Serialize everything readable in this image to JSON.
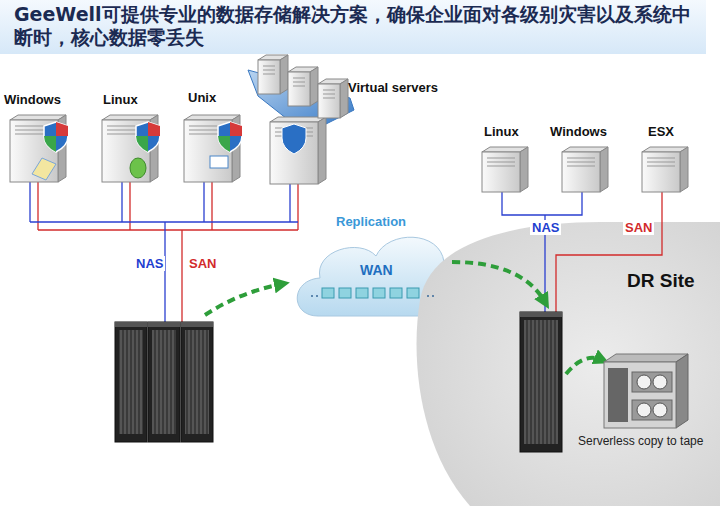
{
  "diagram": {
    "title": "GeeWell可提供专业的数据存储解决方案，确保企业面对各级别灾害以及系统中断时，核心数据零丢失",
    "nodes": [
      {
        "text": [
          "Windows"
        ]
      },
      {
        "text": [
          "Linux"
        ]
      },
      {
        "text": [
          "Unix"
        ]
      },
      {
        "text": [
          "Virtual servers"
        ]
      },
      {
        "text": [
          "Replication",
          "WAN"
        ]
      },
      {
        "text": [
          "Linux"
        ]
      },
      {
        "text": [
          "Windows"
        ]
      },
      {
        "text": [
          "ESX"
        ]
      },
      {
        "text": [
          "DR Site"
        ]
      },
      {
        "text": [
          "Serverless copy to tape"
        ],
        "in": 8
      }
    ],
    "labels": [
      "NAS",
      "SAN",
      "NAS",
      "SAN"
    ]
  }
}
